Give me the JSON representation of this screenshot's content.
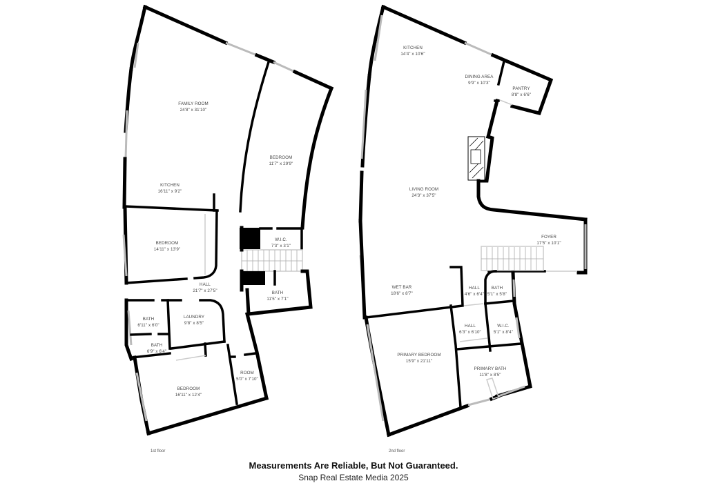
{
  "floors": [
    {
      "label": "1st floor",
      "rooms": [
        {
          "name": "FAMILY ROOM",
          "dims": "24'8\" x 31'10\""
        },
        {
          "name": "BEDROOM",
          "dims": "11'7\" x 29'9\""
        },
        {
          "name": "KITCHEN",
          "dims": "16'11\" x 9'2\""
        },
        {
          "name": "BEDROOM",
          "dims": "14'11\" x 13'9\""
        },
        {
          "name": "W.I.C.",
          "dims": "7'3\" x 3'1\""
        },
        {
          "name": "HALL",
          "dims": "21'7\" x 27'5\""
        },
        {
          "name": "BATH",
          "dims": "11'5\" x 7'1\""
        },
        {
          "name": "BATH",
          "dims": "6'11\" x 6'0\""
        },
        {
          "name": "LAUNDRY",
          "dims": "9'8\" x 8'5\""
        },
        {
          "name": "BATH",
          "dims": "6'9\" x 6'4\""
        },
        {
          "name": "ROOM",
          "dims": "5'0\" x 7'10\""
        },
        {
          "name": "BEDROOM",
          "dims": "16'11\" x 12'4\""
        }
      ]
    },
    {
      "label": "2nd floor",
      "rooms": [
        {
          "name": "KITCHEN",
          "dims": "14'4\" x 10'6\""
        },
        {
          "name": "DINING AREA",
          "dims": "9'9\" x 10'3\""
        },
        {
          "name": "PANTRY",
          "dims": "8'8\" x 6'6\""
        },
        {
          "name": "LIVING ROOM",
          "dims": "24'3\" x 37'5\""
        },
        {
          "name": "FOYER",
          "dims": "17'5\" x 10'1\""
        },
        {
          "name": "WET BAR",
          "dims": "18'6\" x 8'7\""
        },
        {
          "name": "HALL",
          "dims": "4'6\" x 6'4\""
        },
        {
          "name": "BATH",
          "dims": "5'1\" x 5'8\""
        },
        {
          "name": "HALL",
          "dims": "6'3\" x 6'10\""
        },
        {
          "name": "W.I.C.",
          "dims": "5'1\" x 8'4\""
        },
        {
          "name": "PRIMARY BEDROOM",
          "dims": "15'9\" x 21'11\""
        },
        {
          "name": "PRIMARY BATH",
          "dims": "11'8\" x 8'5\""
        }
      ]
    }
  ],
  "footer": {
    "disclaimer": "Measurements Are Reliable, But Not Guaranteed.",
    "credit": "Snap Real Estate Media 2025"
  }
}
